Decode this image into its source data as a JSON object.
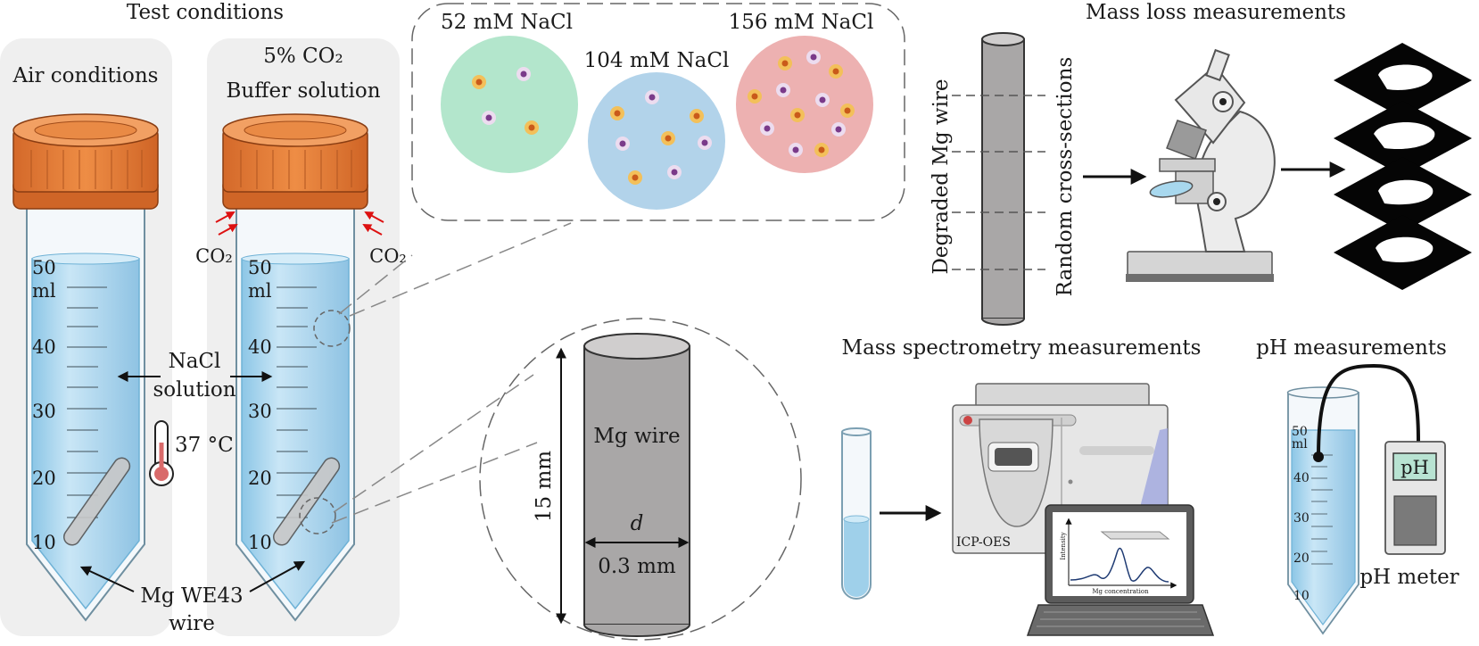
{
  "titles": {
    "test_conditions": "Test conditions",
    "air_conditions": "Air conditions",
    "co2_line1": "5% CO₂",
    "buffer_solution": "Buffer solution",
    "mass_loss": "Mass loss measurements",
    "mass_spec": "Mass spectrometry measurements",
    "ph": "pH measurements"
  },
  "labels": {
    "co2": "CO₂",
    "nacl_line1": "NaCl",
    "nacl_line2": "solution",
    "temperature": "37 °C",
    "mg_wire_line1": "Mg WE43",
    "mg_wire_line2": "wire",
    "conc_52": "52 mM NaCl",
    "conc_104": "104 mM NaCl",
    "conc_156": "156 mM NaCl",
    "mg_wire": "Mg wire",
    "length": "15 mm",
    "d": "d",
    "diameter": "0.3 mm",
    "degraded": "Degraded Mg wire",
    "random": "Random cross-sections",
    "icp": "ICP-OES",
    "intensity": "Intensity",
    "mg_conc": "Mg concentration",
    "ph_display": "pH",
    "ph_meter": "pH meter"
  },
  "tube_scale": {
    "volume": "50",
    "unit": "ml",
    "ticks": [
      "40",
      "30",
      "20",
      "10"
    ]
  },
  "colors": {
    "cap": "#e0782f",
    "liquid": "#a8d6ee",
    "green": "#b3e6cc",
    "blue": "#b2d3ea",
    "pink": "#edb1b1",
    "panel": "#efefef",
    "wire": "#a9a7a7"
  }
}
